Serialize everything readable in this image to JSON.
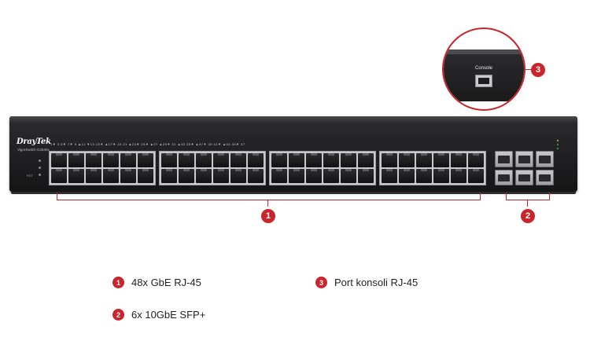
{
  "device": {
    "brand": "DrayTek",
    "model": "VigorSwitch G2540x",
    "rst_label": "RST",
    "port_labels": "1▼ 3 5▼ 7▼ 9 ▲11 ▼13 15▼ ▲17▼ 19 21 ▲23▼ 25▼ ▲27 ▲29▼ 31 ▲33 35▼ ▲37▼ 39 41▼ ▲43 45▼ 47",
    "console_label": "Console"
  },
  "callouts": {
    "c1": "1",
    "c2": "2",
    "c3": "3"
  },
  "legend": [
    {
      "num": "1",
      "text": "48x GbE RJ-45"
    },
    {
      "num": "2",
      "text": "6x 10GbE SFP+"
    },
    {
      "num": "3",
      "text": "Port konsoli RJ-45"
    }
  ],
  "colors": {
    "accent": "#c8262c",
    "chassis": "#1e1e20"
  },
  "counts": {
    "rj45_ports": 48,
    "sfp_ports": 6
  }
}
